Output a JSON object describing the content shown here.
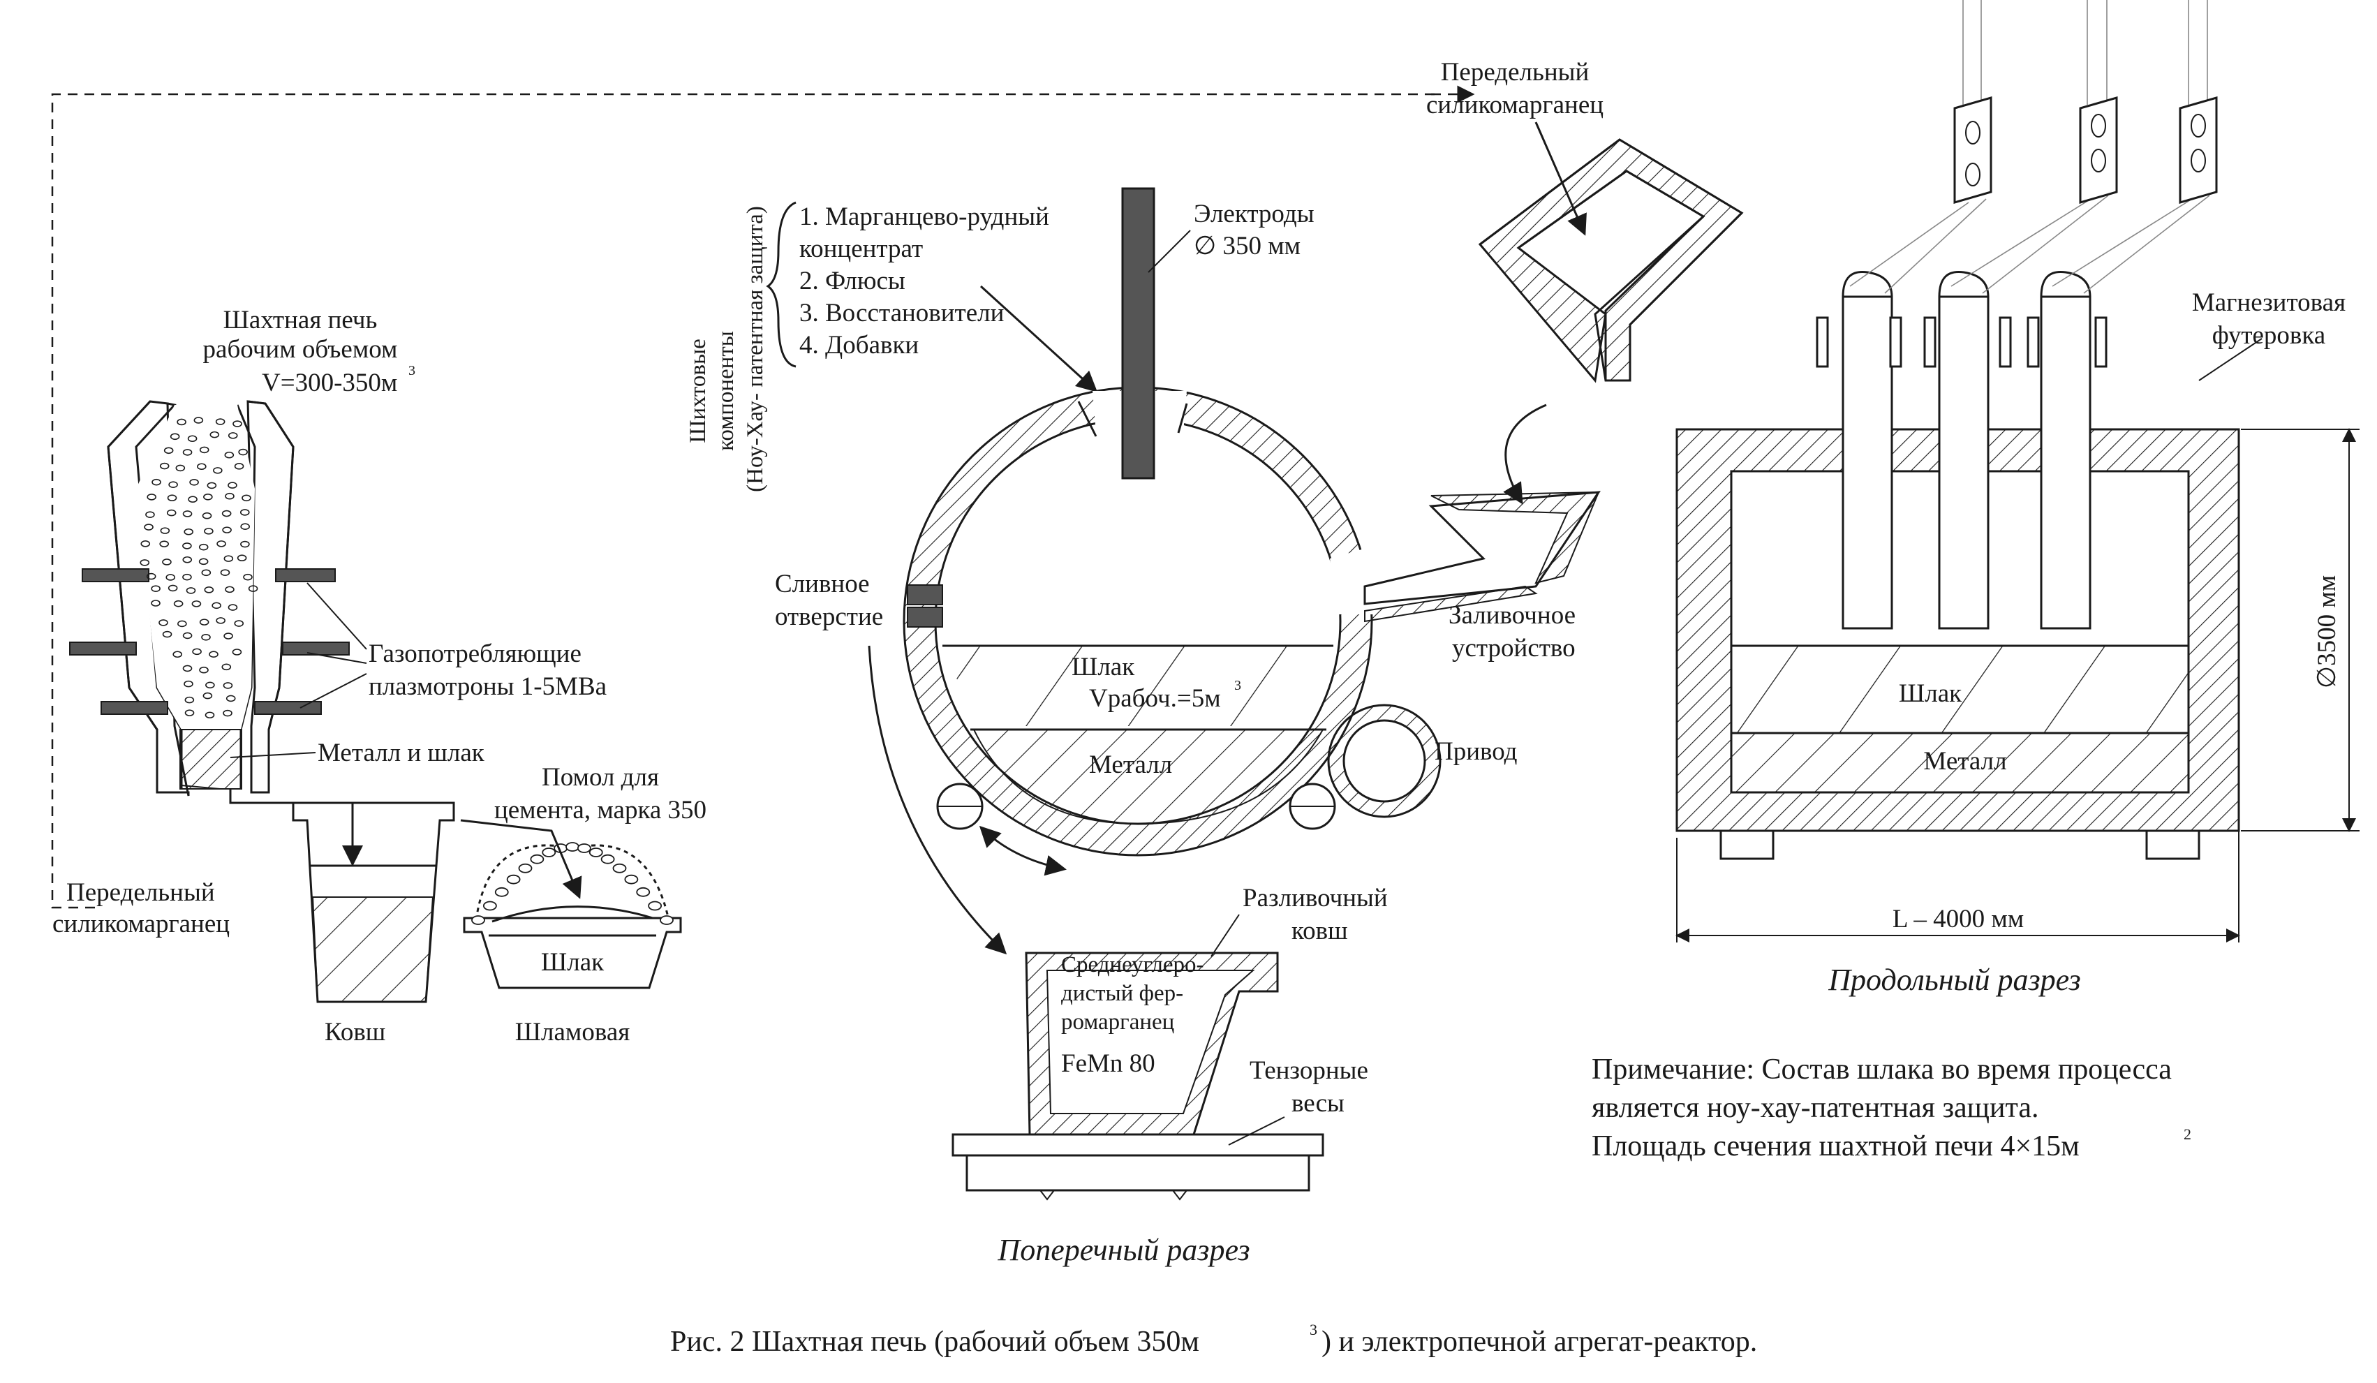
{
  "shaft_furnace": {
    "title_l1": "Шахтная печь",
    "title_l2": "рабочим объемом",
    "volume": "V=300-350м",
    "volume_sup": "3",
    "plasma_l1": "Газопотребляющие",
    "plasma_l2": "плазмотроны 1-5МВа",
    "metal_slag": "Металл и шлак",
    "remelt_l1": "Передельный",
    "remelt_l2": "силикомарганец",
    "ladle": "Ковш",
    "grind_l1": "Помол для",
    "grind_l2": "цемента, марка 350",
    "slag": "Шлак",
    "slag_pot": "Шламовая"
  },
  "charge": {
    "vertical_l1": "Шихтовые",
    "vertical_l2": "компоненты",
    "vertical_l3": "(Ноу-Хау- патентная защита)",
    "items": [
      "1. Марганцево-рудный",
      "концентрат",
      "2. Флюсы",
      "3. Восстановители",
      "4. Добавки"
    ]
  },
  "cross_section": {
    "electrodes_l1": "Электроды",
    "electrodes_l2": "∅ 350 мм",
    "tap_l1": "Сливное",
    "tap_l2": "отверстие",
    "slag": "Шлак",
    "volume": "Vрабоч.=5м",
    "volume_sup": "3",
    "metal": "Металл",
    "drive": "Привод",
    "fill_l1": "Заливочное",
    "fill_l2": "устройство",
    "remelt_l1": "Передельный",
    "remelt_l2": "силикомарганец",
    "casting_l1": "Разливочный",
    "casting_l2": "ковш",
    "product_l1": "Среднеуглеро-",
    "product_l2": "дистый фер-",
    "product_l3": "ромарганец",
    "product_l4": "FeMn 80",
    "scale_l1": "Тензорные",
    "scale_l2": "весы",
    "caption": "Поперечный разрез"
  },
  "long_section": {
    "lining_l1": "Магнезитовая",
    "lining_l2": "футеровка",
    "slag": "Шлак",
    "metal": "Металл",
    "diameter": "∅3500 мм",
    "length": "L –  4000 мм",
    "caption": "Продольный разрез"
  },
  "note": {
    "l1": "Примечание: Состав шлака во время процесса",
    "l2": "является ноу-хау-патентная защита.",
    "l3": "Площадь сечения шахтной печи 4×15м",
    "l3_sup": "2"
  },
  "figure_caption": {
    "main": "Рис. 2  Шахтная печь (рабочий объем 350м",
    "sup": "3",
    "tail": ") и электропечной агрегат-реактор."
  }
}
